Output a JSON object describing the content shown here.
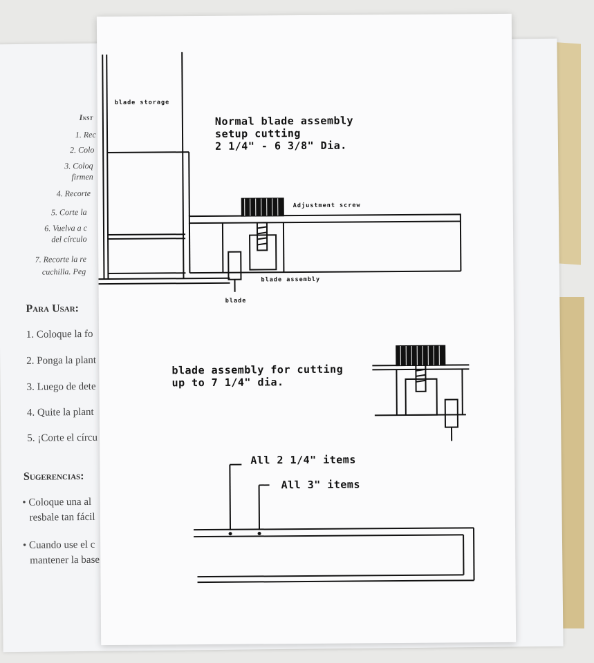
{
  "back_page": {
    "section_instrucciones": {
      "heading": "Inst",
      "items": [
        "1. Rec",
        "2. Colo",
        "3. Coloq",
        "firmen",
        "4. Recorte",
        "5. Corte la",
        "6. Vuelva a c",
        "del círculo",
        "7. Recorte la re",
        "cuchilla. Peg"
      ]
    },
    "section_para_usar": {
      "heading": "Para Usar:",
      "items": [
        "1. Coloque la fo",
        "2. Ponga la plant",
        "3. Luego de dete",
        "4. Quite la plant",
        "5. ¡Corte el círcu"
      ]
    },
    "section_sugerencias": {
      "heading": "Sugerencias:",
      "items": [
        "• Coloque una al",
        "resbale tan fácil",
        "• Cuando use el c",
        "mantener la base"
      ]
    }
  },
  "front_sheet": {
    "diagram_top": {
      "title_lines": [
        "Normal  blade  assembly",
        "setup  cutting",
        "2 1/4\"  -  6 3/8\"  Dia."
      ],
      "label_blade_storage": "blade storage",
      "label_adjustment_screw": "Adjustment screw",
      "label_blade_assembly": "blade assembly",
      "label_blade": "blade"
    },
    "diagram_middle": {
      "title_lines": [
        "blade assembly for cutting",
        "up to 7 1/4\" dia."
      ]
    },
    "diagram_bottom": {
      "label_2_1_4": "All 2 1/4\" items",
      "label_3": "All 3\" items"
    }
  }
}
